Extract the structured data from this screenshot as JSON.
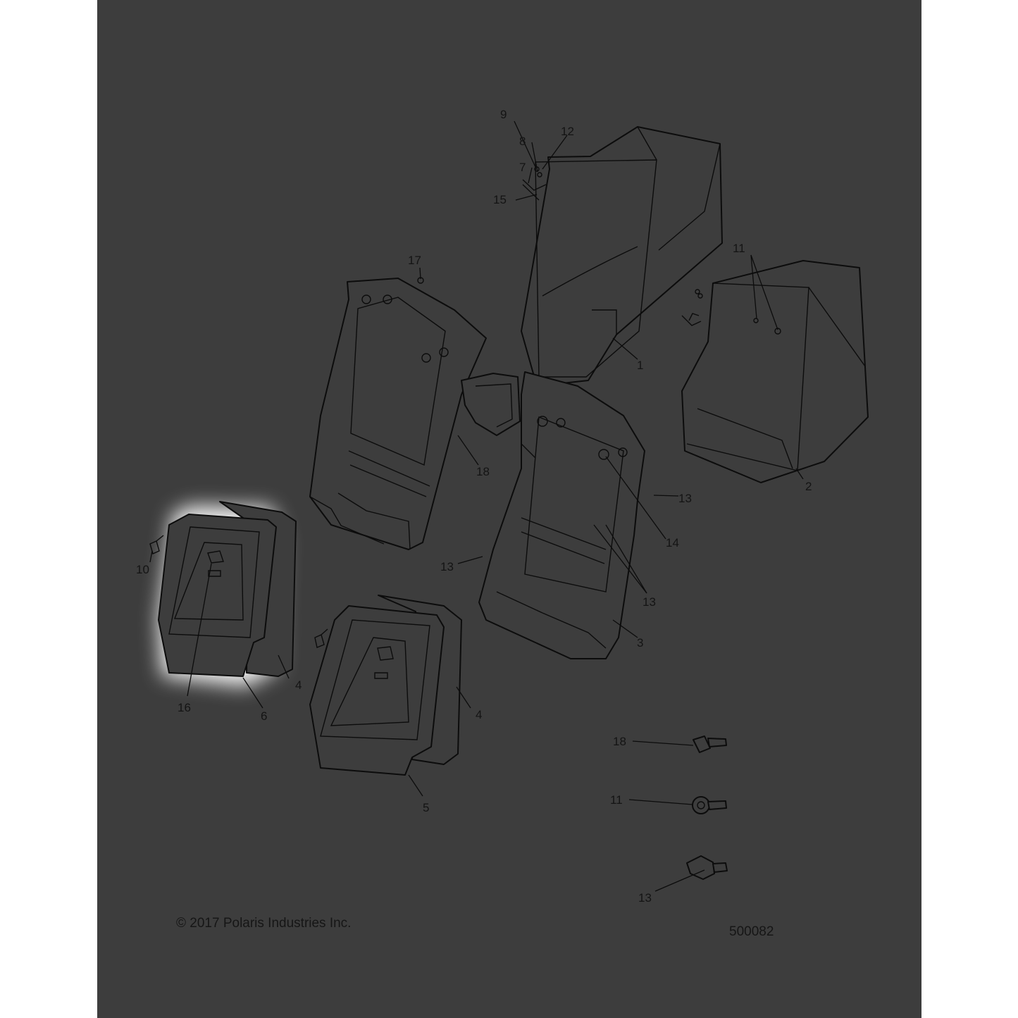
{
  "colors": {
    "background": "#3d3d3d",
    "margin": "#ffffff",
    "linework": "#0c0c0c",
    "highlight": "#ffffff"
  },
  "highlighted_part": "6",
  "callouts": {
    "c9": "9",
    "c12": "12",
    "c8": "8",
    "c7": "7",
    "c15": "15",
    "c17": "17",
    "c11a": "11",
    "c1": "1",
    "c18a": "18",
    "c2": "2",
    "c13a": "13",
    "c14": "14",
    "c10": "10",
    "c13b": "13",
    "c13c": "13",
    "c3": "3",
    "c4a": "4",
    "c16": "16",
    "c6": "6",
    "c4b": "4",
    "c5": "5",
    "c18b": "18",
    "c11b": "11",
    "c13d": "13"
  },
  "footer": {
    "copyright": "© 2017 Polaris Industries Inc.",
    "drawing_number": "500082"
  }
}
